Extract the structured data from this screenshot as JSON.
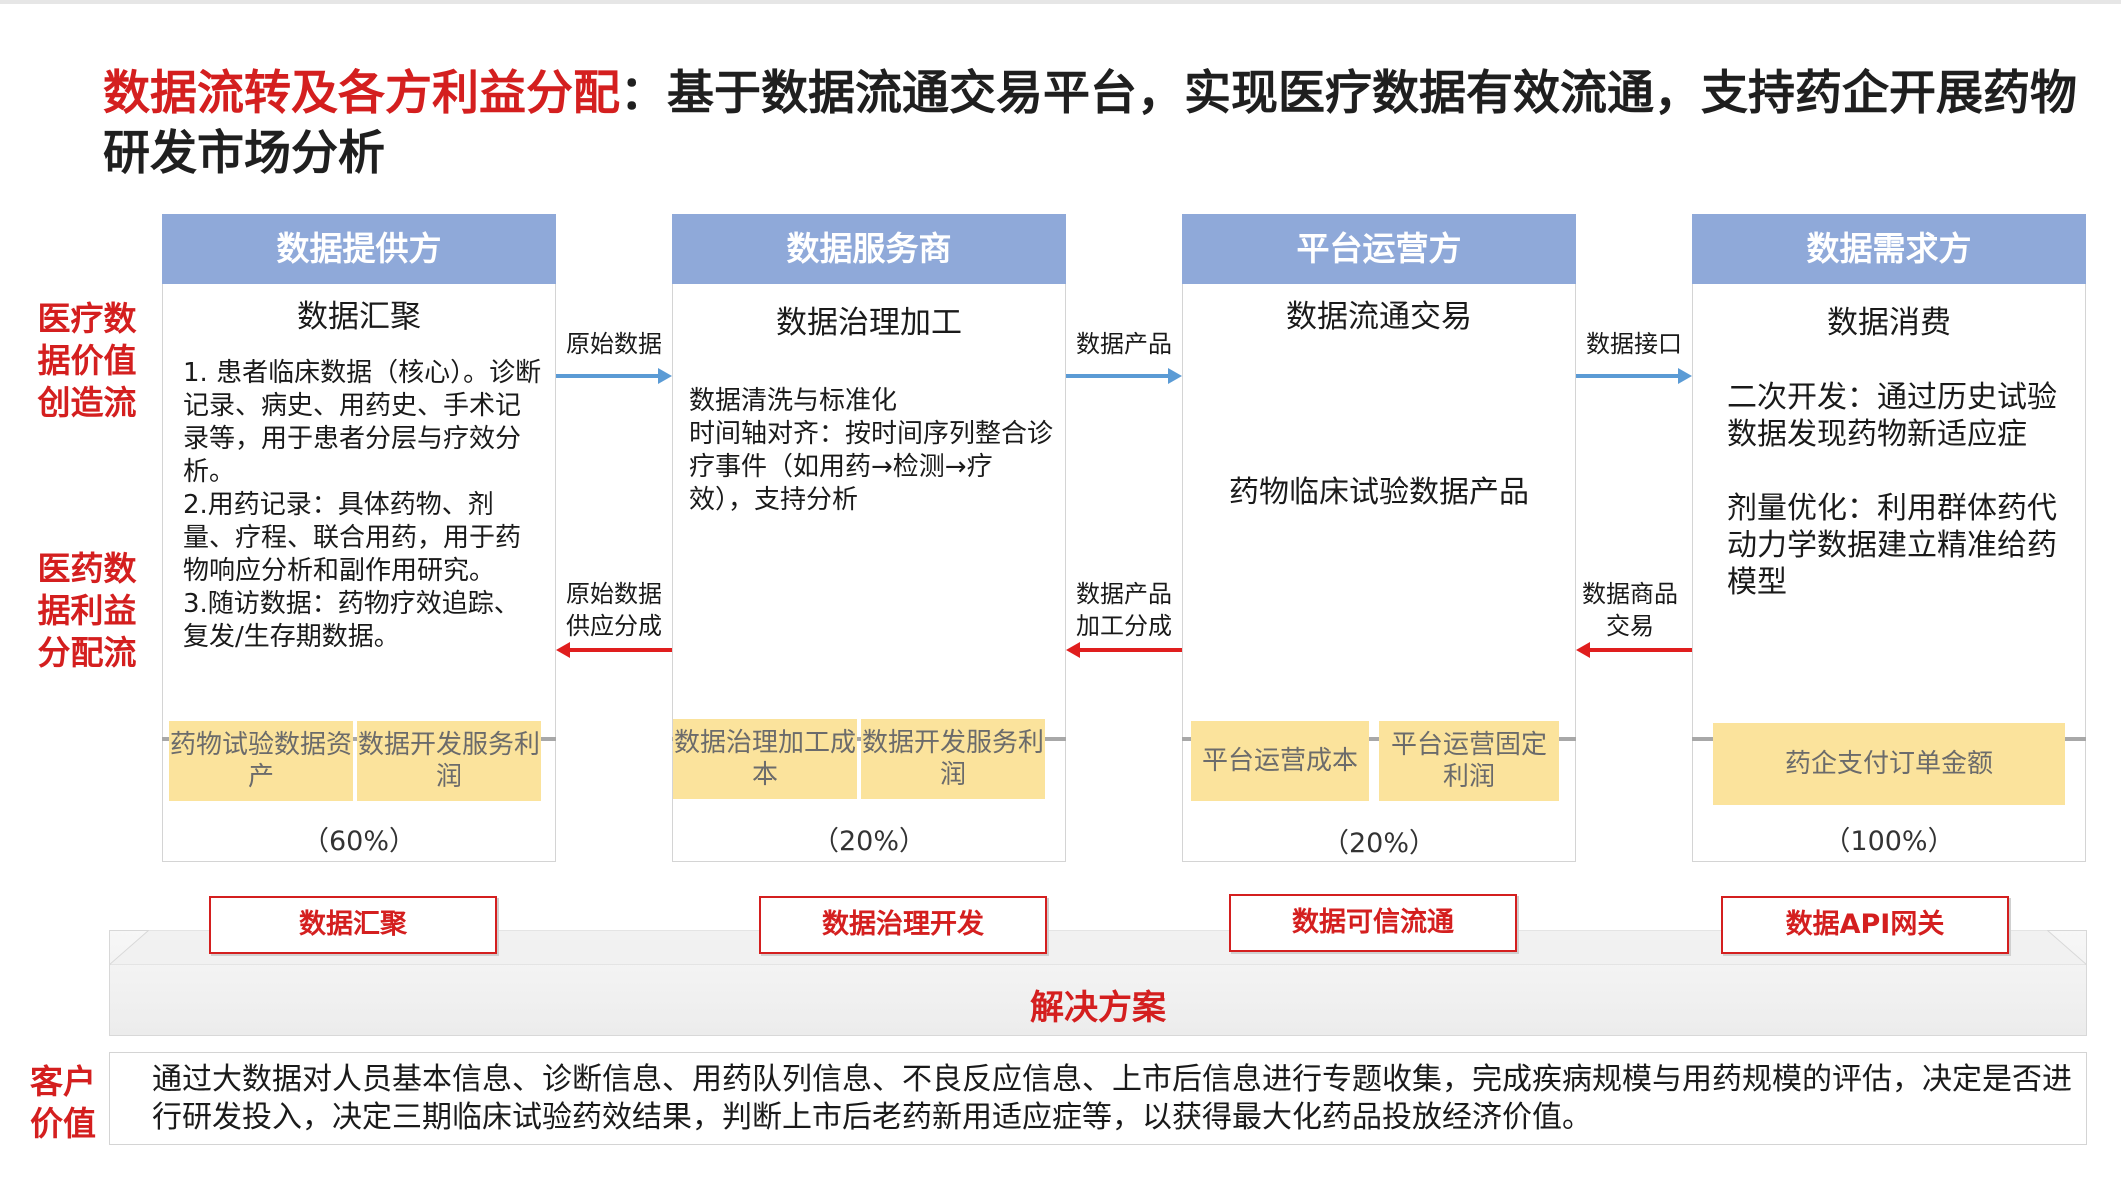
{
  "title": {
    "highlight": "数据流转及各方利益分配",
    "rest": "：基于数据流通交易平台，实现医疗数据有效流通，支持药企开展药物研发市场分析"
  },
  "side_labels": {
    "value_flow": "医疗数据价值创造流",
    "benefit_flow": "医药数据利益分配流",
    "customer_value": "客户价值"
  },
  "columns": [
    {
      "header": "数据提供方",
      "subtitle": "数据汇聚",
      "body": "1. 患者临床数据（核心）。诊断记录、病史、用药史、手术记录等，用于患者分层与疗效分析。\n2.用药记录：具体药物、剂量、疗程、联合用药，用于药物响应分析和副作用研究。\n3.随访数据：药物疗效追踪、复发/生存期数据。",
      "benefits": [
        "药物试验数据资产",
        "数据开发服务利润"
      ],
      "percent": "（60%）"
    },
    {
      "header": "数据服务商",
      "subtitle": "数据治理加工",
      "body": "数据清洗与标准化\n时间轴对齐：按时间序列整合诊疗事件（如用药→检测→疗效），支持分析",
      "benefits": [
        "数据治理加工成本",
        "数据开发服务利润"
      ],
      "percent": "（20%）"
    },
    {
      "header": "平台运营方",
      "subtitle": "数据流通交易",
      "body": "药物临床试验数据产品",
      "benefits": [
        "平台运营成本",
        "平台运营固定利润"
      ],
      "percent": "（20%）"
    },
    {
      "header": "数据需求方",
      "subtitle": "数据消费",
      "body": "二次开发：通过历史试验数据发现药物新适应症\n\n剂量优化：利用群体药代动力学数据建立精准给药模型",
      "benefits": [
        "药企支付订单金额"
      ],
      "percent": "（100%）"
    }
  ],
  "flows_forward": [
    "原始数据",
    "数据产品",
    "数据接口"
  ],
  "flows_back": [
    "原始数据供应分成",
    "数据产品加工分成",
    "数据商品交易"
  ],
  "platform": {
    "title": "解决方案",
    "capabilities": [
      "数据汇聚",
      "数据治理开发",
      "数据可信流通",
      "数据API网关"
    ]
  },
  "customer_value_text": "通过大数据对人员基本信息、诊断信息、用药队列信息、不良反应信息、上市后信息进行专题收集，完成疾病规模与用药规模的评估，决定是否进行研发投入，决定三期临床试验药效结果，判断上市后老药新用适应症等，以获得最大化药品投放经济价值。",
  "colors": {
    "accent_red": "#d41f1f",
    "header_blue": "#8fa9d9",
    "benefit_gold": "#fbe39c",
    "forward_arrow": "#5b9bd5"
  }
}
